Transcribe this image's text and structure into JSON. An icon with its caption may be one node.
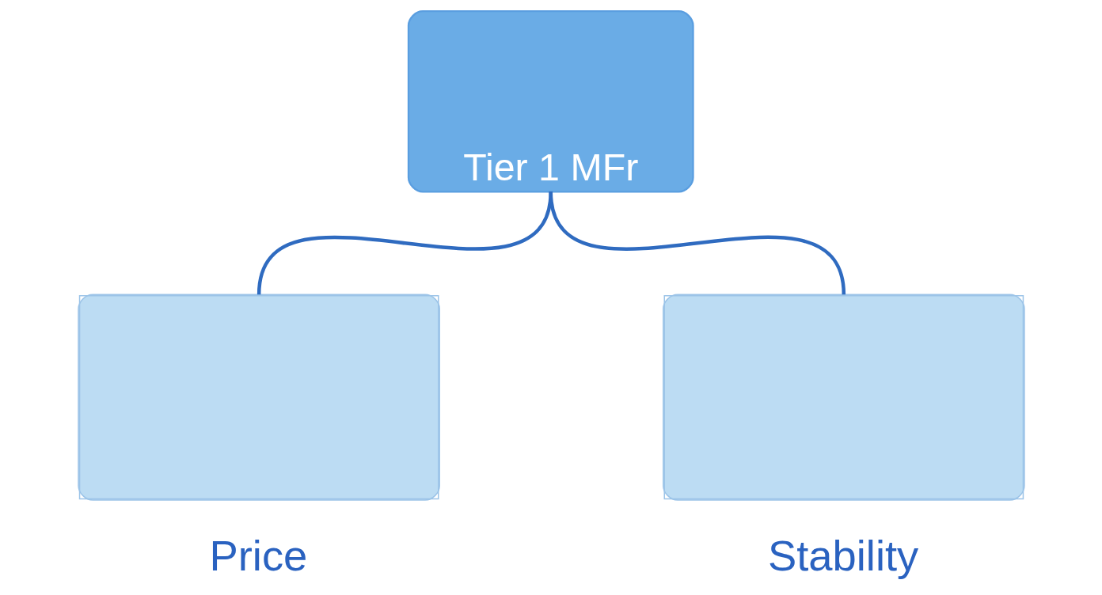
{
  "diagram": {
    "nodes": [
      {
        "text": [
          "Tier 1 MFr"
        ]
      },
      {
        "text": [
          "Price"
        ]
      },
      {
        "text": [
          "Stability"
        ]
      }
    ],
    "edges": [
      {
        "from": 0,
        "to": 1,
        "arrow": "none"
      },
      {
        "from": 0,
        "to": 2,
        "arrow": "none"
      }
    ]
  }
}
